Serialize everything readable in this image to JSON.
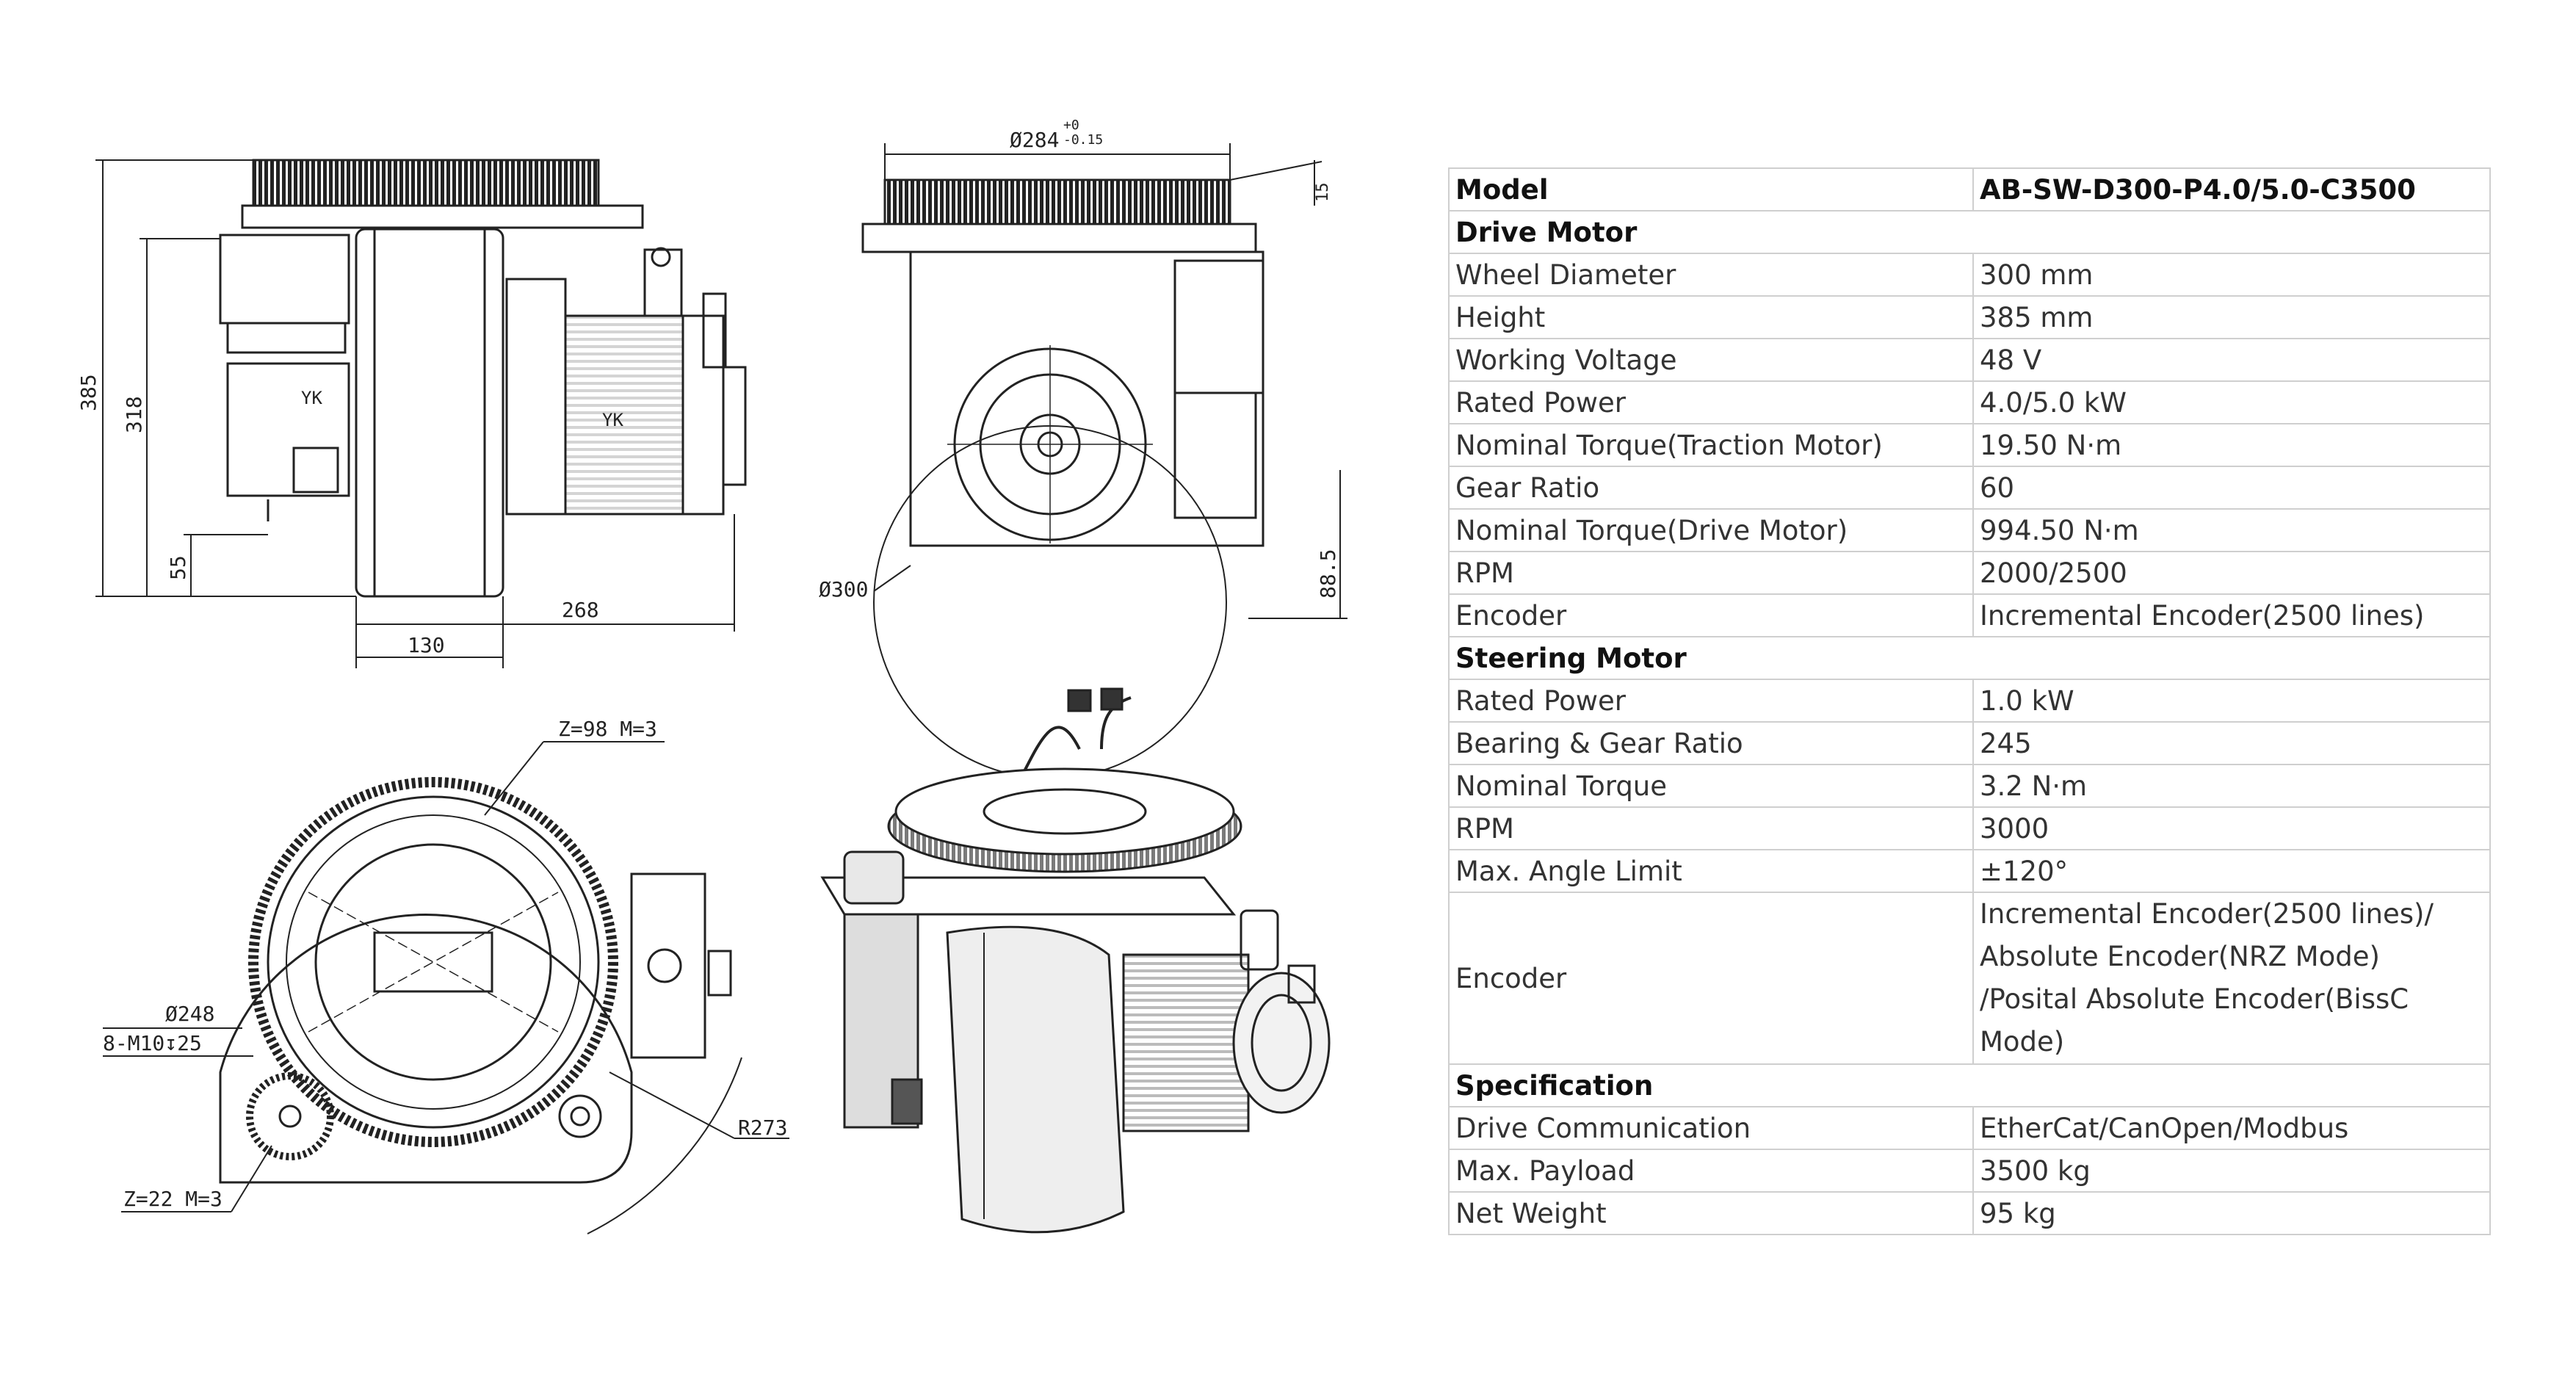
{
  "drawings": {
    "side_view": {
      "dims": [
        "385",
        "318",
        "55",
        "268",
        "130"
      ],
      "motor_labels": [
        "YK",
        "YK"
      ]
    },
    "front_view": {
      "dims": [
        "Ø284",
        "+0",
        "-0.15",
        "15",
        "Ø300",
        "88.5"
      ]
    },
    "top_view": {
      "dims": [
        "Z=98 M=3",
        "Ø248",
        "8-M10↧25",
        "R273",
        "Z=22 M=3"
      ]
    }
  },
  "table": {
    "model": {
      "key": "Model",
      "value": "AB-SW-D300-P4.0/5.0-C3500"
    },
    "sections": [
      {
        "title": "Drive Motor",
        "rows": [
          {
            "key": "Wheel Diameter",
            "value": "300 mm"
          },
          {
            "key": "Height",
            "value": "385 mm"
          },
          {
            "key": "Working Voltage",
            "value": "48 V"
          },
          {
            "key": "Rated Power",
            "value": "4.0/5.0 kW"
          },
          {
            "key": "Nominal Torque(Traction Motor)",
            "value": "19.50 N·m"
          },
          {
            "key": "Gear Ratio",
            "value": "60"
          },
          {
            "key": "Nominal Torque(Drive Motor)",
            "value": "994.50 N·m"
          },
          {
            "key": "RPM",
            "value": "2000/2500"
          },
          {
            "key": "Encoder",
            "value": "Incremental Encoder(2500 lines)"
          }
        ]
      },
      {
        "title": "Steering Motor",
        "rows": [
          {
            "key": "Rated Power",
            "value": "1.0 kW"
          },
          {
            "key": "Bearing & Gear Ratio",
            "value": "245"
          },
          {
            "key": "Nominal Torque",
            "value": "3.2 N·m"
          },
          {
            "key": "RPM",
            "value": "3000"
          },
          {
            "key": "Max. Angle Limit",
            "value": "±120°"
          },
          {
            "key": "Encoder",
            "value_lines": [
              "Incremental Encoder(2500 lines)/",
              "Absolute Encoder(NRZ Mode)",
              "/Posital Absolute Encoder(BissC Mode)"
            ]
          }
        ]
      },
      {
        "title": "Specification",
        "rows": [
          {
            "key": "Drive Communication",
            "value": "EtherCat/CanOpen/Modbus"
          },
          {
            "key": "Max. Payload",
            "value": "3500 kg"
          },
          {
            "key": "Net Weight",
            "value": "95 kg"
          }
        ]
      }
    ]
  }
}
